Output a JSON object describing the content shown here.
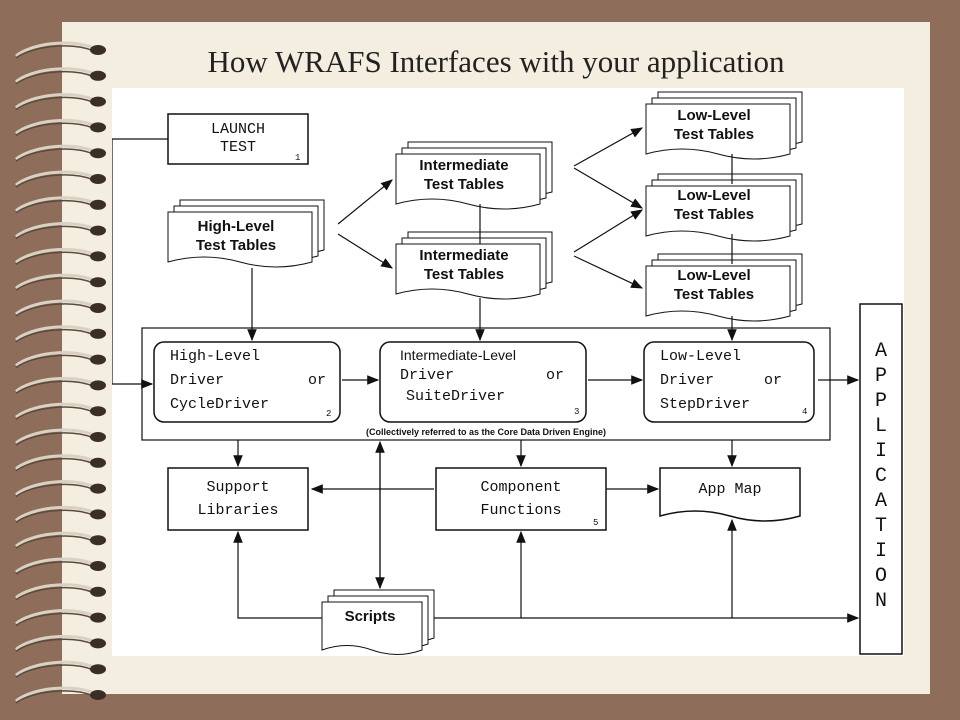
{
  "slide": {
    "title": "How WRAFS Interfaces with your application"
  },
  "diagram": {
    "launch": {
      "line1": "LAUNCH",
      "line2": "TEST",
      "num": "1"
    },
    "high_tables": {
      "line1": "High-Level",
      "line2": "Test Tables"
    },
    "inter_tables": [
      {
        "line1": "Intermediate",
        "line2": "Test Tables"
      },
      {
        "line1": "Intermediate",
        "line2": "Test Tables"
      }
    ],
    "low_tables": [
      {
        "line1": "Low-Level",
        "line2": "Test Tables"
      },
      {
        "line1": "Low-Level",
        "line2": "Test Tables"
      },
      {
        "line1": "Low-Level",
        "line2": "Test Tables"
      }
    ],
    "high_driver": {
      "line1": "High-Level",
      "line2a": "Driver",
      "line2b": "or",
      "line3": "CycleDriver",
      "num": "2"
    },
    "inter_driver": {
      "line1": "Intermediate-Level",
      "line2a": "Driver",
      "line2b": "or",
      "line3": "SuiteDriver",
      "num": "3"
    },
    "low_driver": {
      "line1": "Low-Level",
      "line2a": "Driver",
      "line2b": "or",
      "line3": "StepDriver",
      "num": "4"
    },
    "engine_caption": "(Collectively referred to as the Core Data Driven Engine)",
    "support": {
      "line1": "Support",
      "line2": "Libraries"
    },
    "component": {
      "line1": "Component",
      "line2": "Functions",
      "num": "5"
    },
    "appmap": {
      "line1": "App  Map"
    },
    "scripts": {
      "line1": "Scripts"
    },
    "application": [
      "A",
      "P",
      "P",
      "L",
      "I",
      "C",
      "A",
      "T",
      "I",
      "O",
      "N"
    ]
  }
}
